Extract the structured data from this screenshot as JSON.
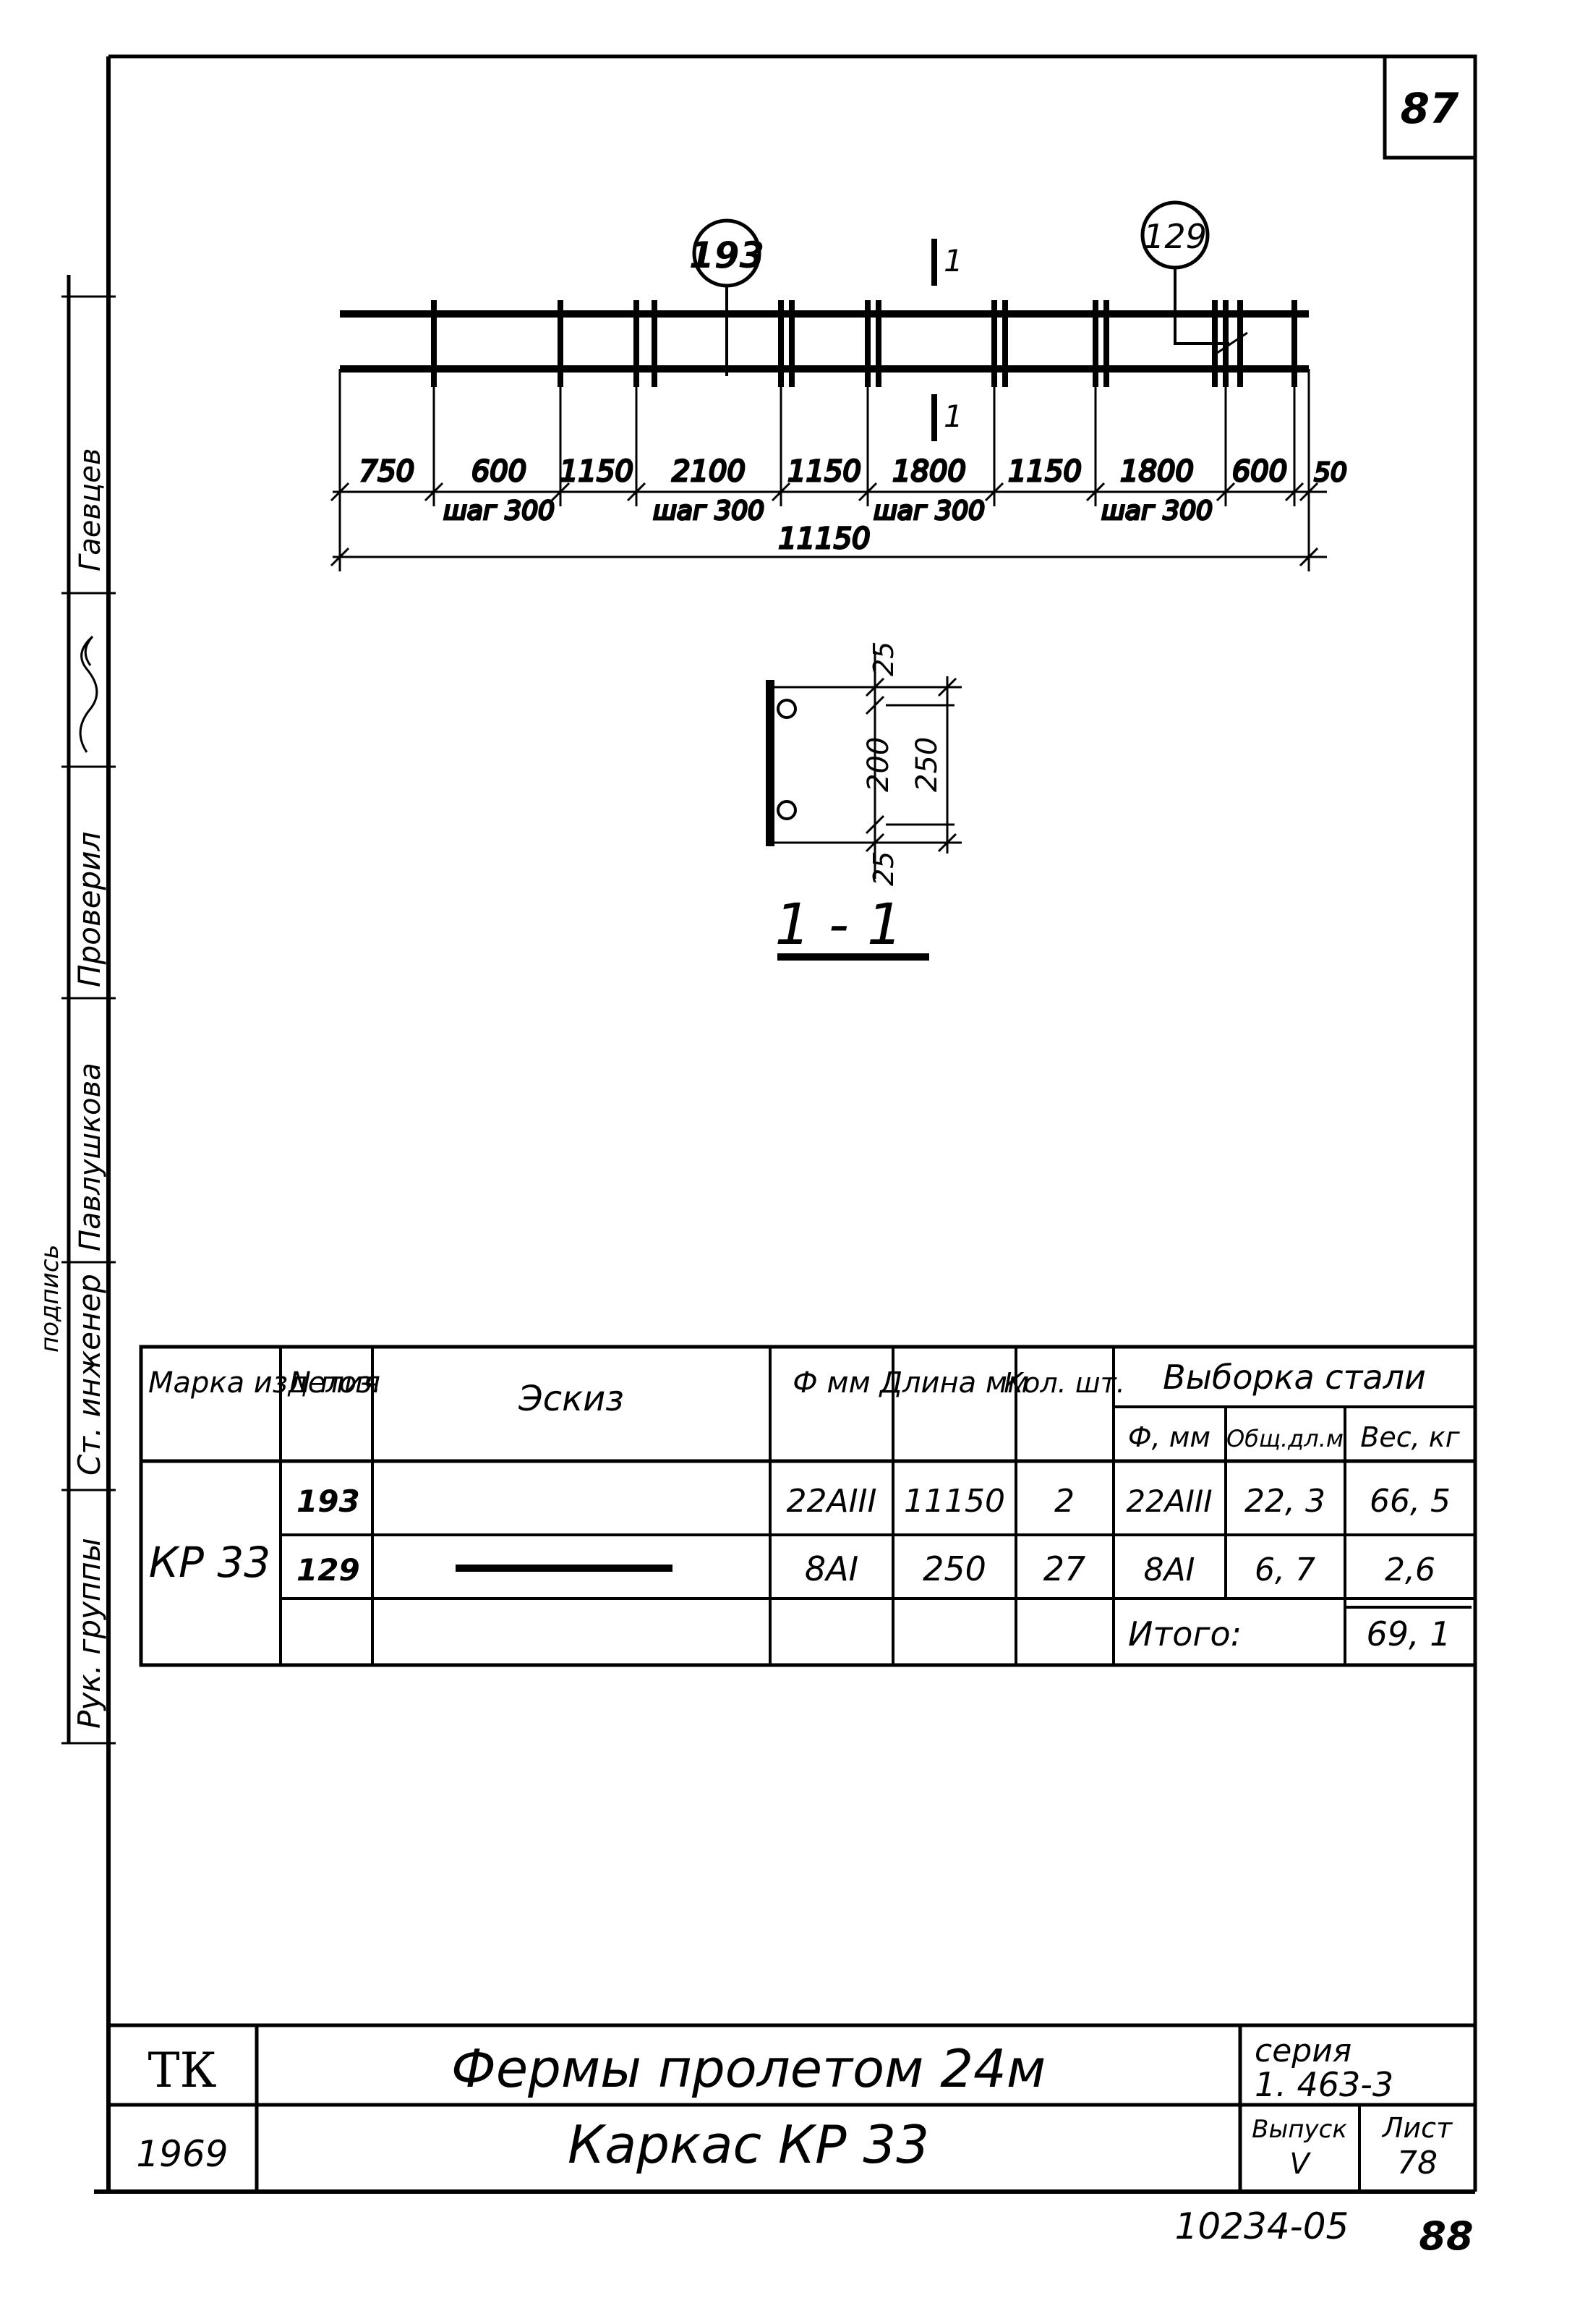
{
  "sheet_mark": "87",
  "drawing": {
    "callouts": [
      "193",
      "129"
    ],
    "section_marker": "1",
    "dims_top": [
      "750",
      "600",
      "1150",
      "2100",
      "1150",
      "1800",
      "1150",
      "1800",
      "600",
      "50"
    ],
    "step_labels": [
      "шаг 300",
      "шаг 300",
      "шаг 300",
      "шаг 300"
    ],
    "overall_dim": "11150",
    "section_dims": {
      "top": "25",
      "middle": "200",
      "total": "250",
      "bottom": "25"
    },
    "section_title": "1 - 1"
  },
  "left_stamp": {
    "roles": [
      "Рук. группы",
      "Ст. инженер",
      "Проверил"
    ],
    "names": [
      "Павлушкова",
      "Гаевцев"
    ],
    "signature_text": "подпись"
  },
  "spec_table": {
    "headers": {
      "mark": "Марка изделия",
      "pos": "N поз.",
      "sketch": "Эскиз",
      "diameter": "Ф мм",
      "length": "Длина мм",
      "qty": "Кол. шт.",
      "selection": "Выборка стали",
      "sel_diam": "Ф, мм",
      "sel_total": "Общ.дл.м",
      "sel_weight": "Вес, кг"
    },
    "mark_value": "КР 33",
    "rows": [
      {
        "pos": "193",
        "diam": "22АIII",
        "length": "11150",
        "qty": "2",
        "sel_diam": "22АIII",
        "total": "22, 3",
        "weight": "66, 5"
      },
      {
        "pos": "129",
        "diam": "8АI",
        "length": "250",
        "qty": "27",
        "sel_diam": "8АI",
        "total": "6, 7",
        "weight": "2,6"
      }
    ],
    "total_label": "Итого:",
    "total_value": "69, 1"
  },
  "title_block": {
    "org": "ТК",
    "year": "1969",
    "title": "Фермы пролетом 24м",
    "subtitle": "Каркас  КР  33",
    "series_label": "серия",
    "series_value": "1. 463-3",
    "issue_label": "Выпуск",
    "issue_value": "V",
    "sheet_label": "Лист",
    "sheet_value": "78"
  },
  "footer": {
    "code": "10234-05",
    "page": "88"
  }
}
